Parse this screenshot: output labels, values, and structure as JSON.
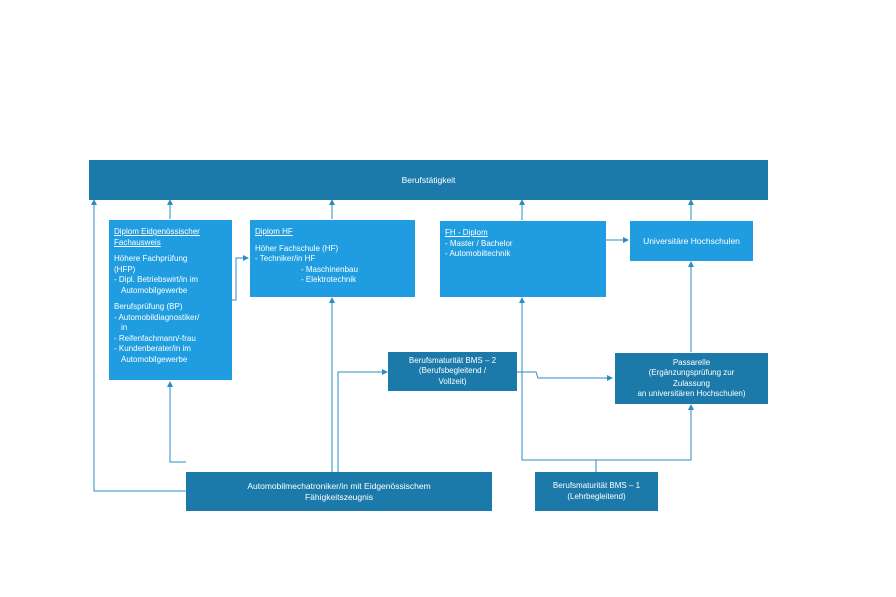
{
  "colors": {
    "dark_box": "#1b7aa9",
    "light_box": "#1f9de0",
    "connector": "#2a8ec4"
  },
  "top": {
    "label": "Berufstätigkeit"
  },
  "eidg": {
    "title1": "Diplom Eidgenössischer",
    "title2": "Fachausweis",
    "hfp1": "Höhere Fachprüfung",
    "hfp2": "(HFP)",
    "hfp_item1": "- Dipl. Betriebswirt/in im",
    "hfp_item2": "Automobilgewerbe",
    "bp": "Berufsprüfung (BP)",
    "bp_item1": "- Automobildiagnostiker/",
    "bp_item2": "in",
    "bp_item3": "- Reifenfachmann/-frau",
    "bp_item4": "- Kundenberater/in im",
    "bp_item5": "Automobilgewerbe"
  },
  "hf": {
    "title": "Diplom HF",
    "line1": "Höher Fachschule (HF)",
    "line2": "- Techniker/in HF",
    "line3": "- Maschinenbau",
    "line4": "- Elektrotechnik"
  },
  "fh": {
    "title": "FH - Diplom",
    "line1": "- Master / Bachelor",
    "line2": "- Automobiltechnik"
  },
  "uni": {
    "label": "Universitäre Hochschulen"
  },
  "bms2": {
    "line1": "Berufsmaturität BMS – 2",
    "line2": "(Berufsbegleitend /",
    "line3": "Vollzeit)"
  },
  "passarelle": {
    "line1": "Passarelle",
    "line2": "(Ergänzungsprüfung zur",
    "line3": "Zulassung",
    "line4": "an universitären Hochschulen)"
  },
  "efz": {
    "line1": "Automobilmechatroniker/in mit Eidgenössischem",
    "line2": "Fähigkeitszeugnis"
  },
  "bms1": {
    "line1": "Berufsmaturität BMS – 1",
    "line2": "(Lehrbegleitend)"
  }
}
